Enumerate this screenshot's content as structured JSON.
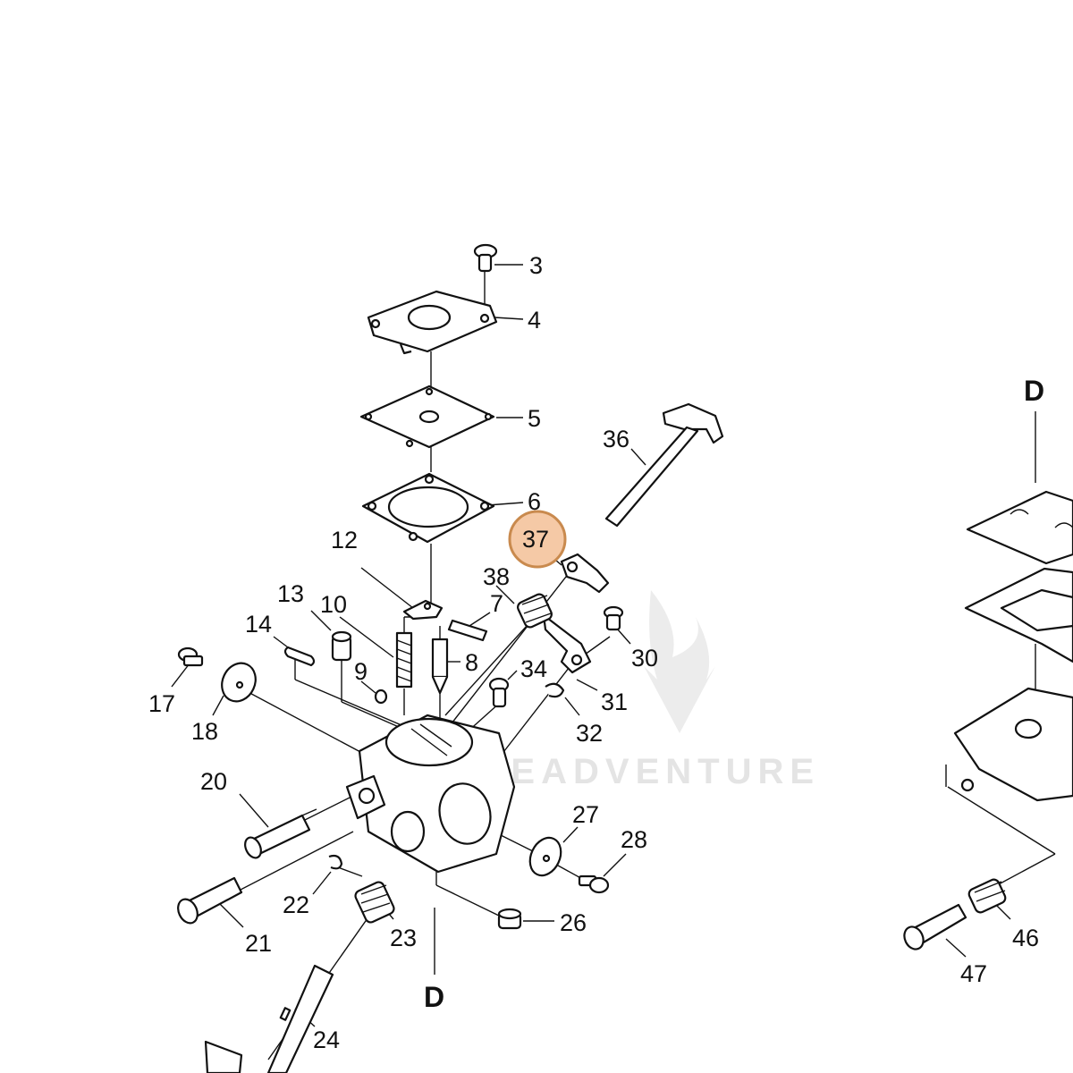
{
  "diagram": {
    "highlighted_part": "37",
    "highlight_color": "#f5c9a6",
    "highlight_border": "#c98a4e",
    "watermark": "LEADVENTURE",
    "section_labels": [
      "D",
      "D"
    ],
    "part_labels": [
      "3",
      "4",
      "5",
      "6",
      "7",
      "8",
      "9",
      "10",
      "12",
      "13",
      "14",
      "17",
      "18",
      "20",
      "21",
      "22",
      "23",
      "24",
      "26",
      "27",
      "28",
      "30",
      "31",
      "32",
      "34",
      "36",
      "37",
      "38",
      "46",
      "47"
    ]
  }
}
